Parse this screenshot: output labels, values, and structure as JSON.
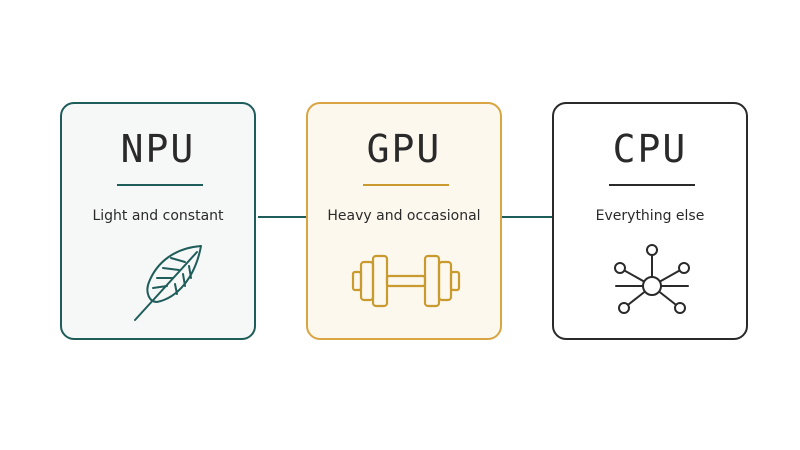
{
  "diagram": {
    "cards": [
      {
        "id": "npu",
        "title": "NPU",
        "subtitle": "Light and constant",
        "icon": "feather-icon",
        "border_color": "#1f5d5b",
        "fill_color": "#f6f8f7",
        "accent_color": "#1f5d5b"
      },
      {
        "id": "gpu",
        "title": "GPU",
        "subtitle": "Heavy and occasional",
        "icon": "dumbbell-icon",
        "border_color": "#d9a442",
        "fill_color": "#fdf8ee",
        "accent_color": "#c99a2e"
      },
      {
        "id": "cpu",
        "title": "CPU",
        "subtitle": "Everything else",
        "icon": "hub-network-icon",
        "border_color": "#2a2a2a",
        "fill_color": "#ffffff",
        "accent_color": "#2a2a2a"
      }
    ],
    "connector_color": "#1f5d5b",
    "text_color": "#2a2a2a"
  }
}
